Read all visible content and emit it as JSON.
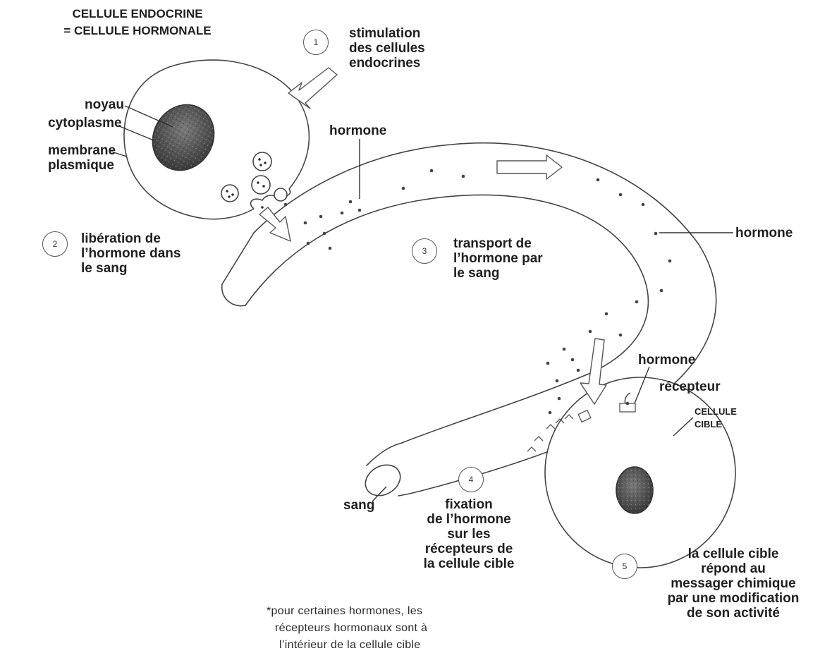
{
  "title": [
    "CELLULE ENDOCRINE",
    "= CELLULE HORMONALE"
  ],
  "labels": {
    "noyau": "noyau",
    "cytoplasme": "cytoplasme",
    "membrane": [
      "membrane",
      "plasmique"
    ],
    "hormone_top": "hormone",
    "hormone_right": "hormone",
    "hormone_target": "hormone",
    "recepteur": "récepteur",
    "cellule_cible": [
      "CELLULE",
      "CIBLE"
    ],
    "sang": "sang"
  },
  "steps": [
    {
      "number": "1",
      "text": [
        "stimulation",
        "des cellules",
        "endocrines"
      ]
    },
    {
      "number": "2",
      "text": [
        "libération de",
        "l’hormone dans",
        "le sang"
      ]
    },
    {
      "number": "3",
      "text": [
        "transport de",
        "l’hormone par",
        "le sang"
      ]
    },
    {
      "number": "4",
      "text": [
        "fixation",
        "de l’hormone",
        "sur les",
        "récepteurs de",
        "la cellule cible"
      ]
    },
    {
      "number": "5",
      "text": [
        "la cellule cible",
        "répond au",
        "messager chimique",
        "par une modification",
        "de son activité"
      ]
    }
  ],
  "footnote": [
    "*pour certaines hormones, les",
    "récepteurs hormonaux sont à",
    "l’intérieur de la cellule cible"
  ]
}
